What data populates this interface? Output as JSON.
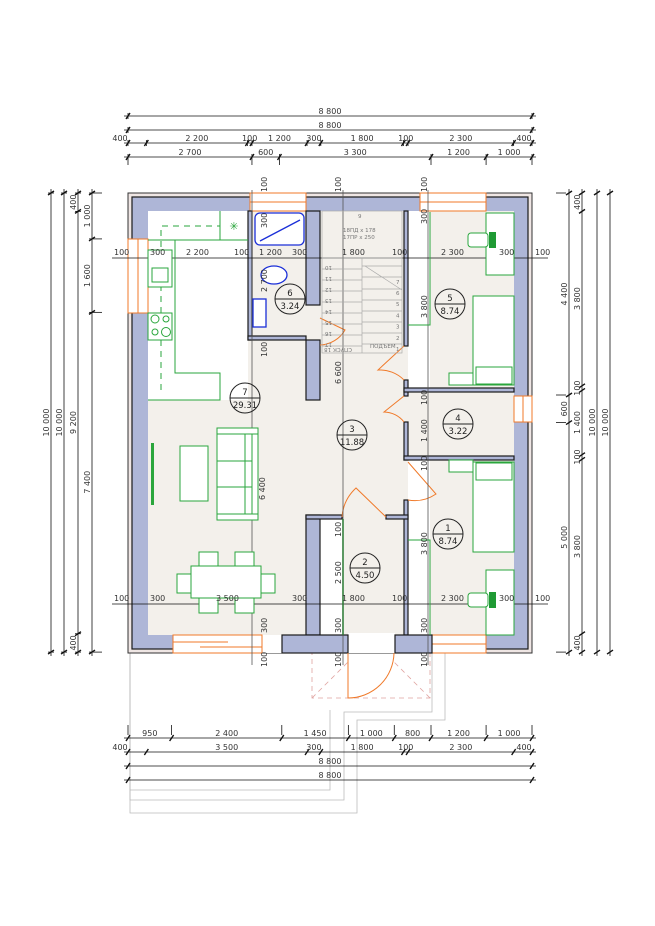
{
  "rooms": [
    {
      "num": "1",
      "area": "8.74"
    },
    {
      "num": "2",
      "area": "4.50"
    },
    {
      "num": "3",
      "area": "11.88"
    },
    {
      "num": "4",
      "area": "3.22"
    },
    {
      "num": "5",
      "area": "8.74"
    },
    {
      "num": "6",
      "area": "3.24"
    },
    {
      "num": "7",
      "area": "29.31"
    }
  ],
  "dimension_chains": {
    "top": [
      [
        "8 800"
      ],
      [
        "8 800"
      ],
      [
        "400",
        "2 200",
        "100",
        "1 200",
        "300",
        "1 800",
        "100",
        "2 300",
        "400"
      ],
      [
        "2 700",
        "600",
        "3 300",
        "1 200",
        "1 000"
      ]
    ],
    "bottom": [
      [
        "950",
        "2 400",
        "1 450",
        "1 000",
        "800",
        "1 200",
        "1 000"
      ],
      [
        "400",
        "3 500",
        "300",
        "1 800",
        "100",
        "2 300",
        "400"
      ],
      [
        "8 800"
      ],
      [
        "8 800"
      ]
    ],
    "left": [
      [
        "10 000"
      ],
      [
        "10 000"
      ],
      [
        "400",
        "9 200",
        "400"
      ],
      [
        "1 000",
        "1 600",
        "7 400"
      ]
    ],
    "right": [
      [
        "4 400",
        "600",
        "5 000"
      ],
      [
        "400",
        "3 800",
        "100",
        "1 400",
        "100",
        "3 800",
        "400"
      ],
      [
        "10 000"
      ],
      [
        "10 000"
      ]
    ]
  },
  "interior_dims": [
    "100",
    "300",
    "2 200",
    "100",
    "1 200",
    "300",
    "1 800",
    "100",
    "2 300",
    "300",
    "100",
    "100",
    "300",
    "3 500",
    "300",
    "1 800",
    "100",
    "2 300",
    "300",
    "100",
    "100",
    "300",
    "2 700",
    "100",
    "6 400",
    "300",
    "100",
    "100",
    "6 600",
    "100",
    "2 500",
    "300",
    "100",
    "100",
    "300",
    "3 800",
    "100",
    "1 400",
    "100",
    "3 800",
    "300",
    "100"
  ],
  "stair": {
    "note_risers": "18ПД x 178",
    "note_treads": "17ПР x 250",
    "up_label": "ПОДЪЕМ",
    "down_label": "СПУСК 18",
    "steps_up": [
      "1",
      "2",
      "3",
      "4",
      "5",
      "6",
      "7"
    ],
    "steps_down": [
      "10",
      "11",
      "12",
      "13",
      "14",
      "15",
      "16",
      "17"
    ],
    "step_top": "9"
  },
  "colors": {
    "wall": "#aeb6d7",
    "floor": "#f3f0eb",
    "furniture": "#2aa63c",
    "sanitary": "#1b2fd8",
    "openings": "#f07a2a"
  }
}
